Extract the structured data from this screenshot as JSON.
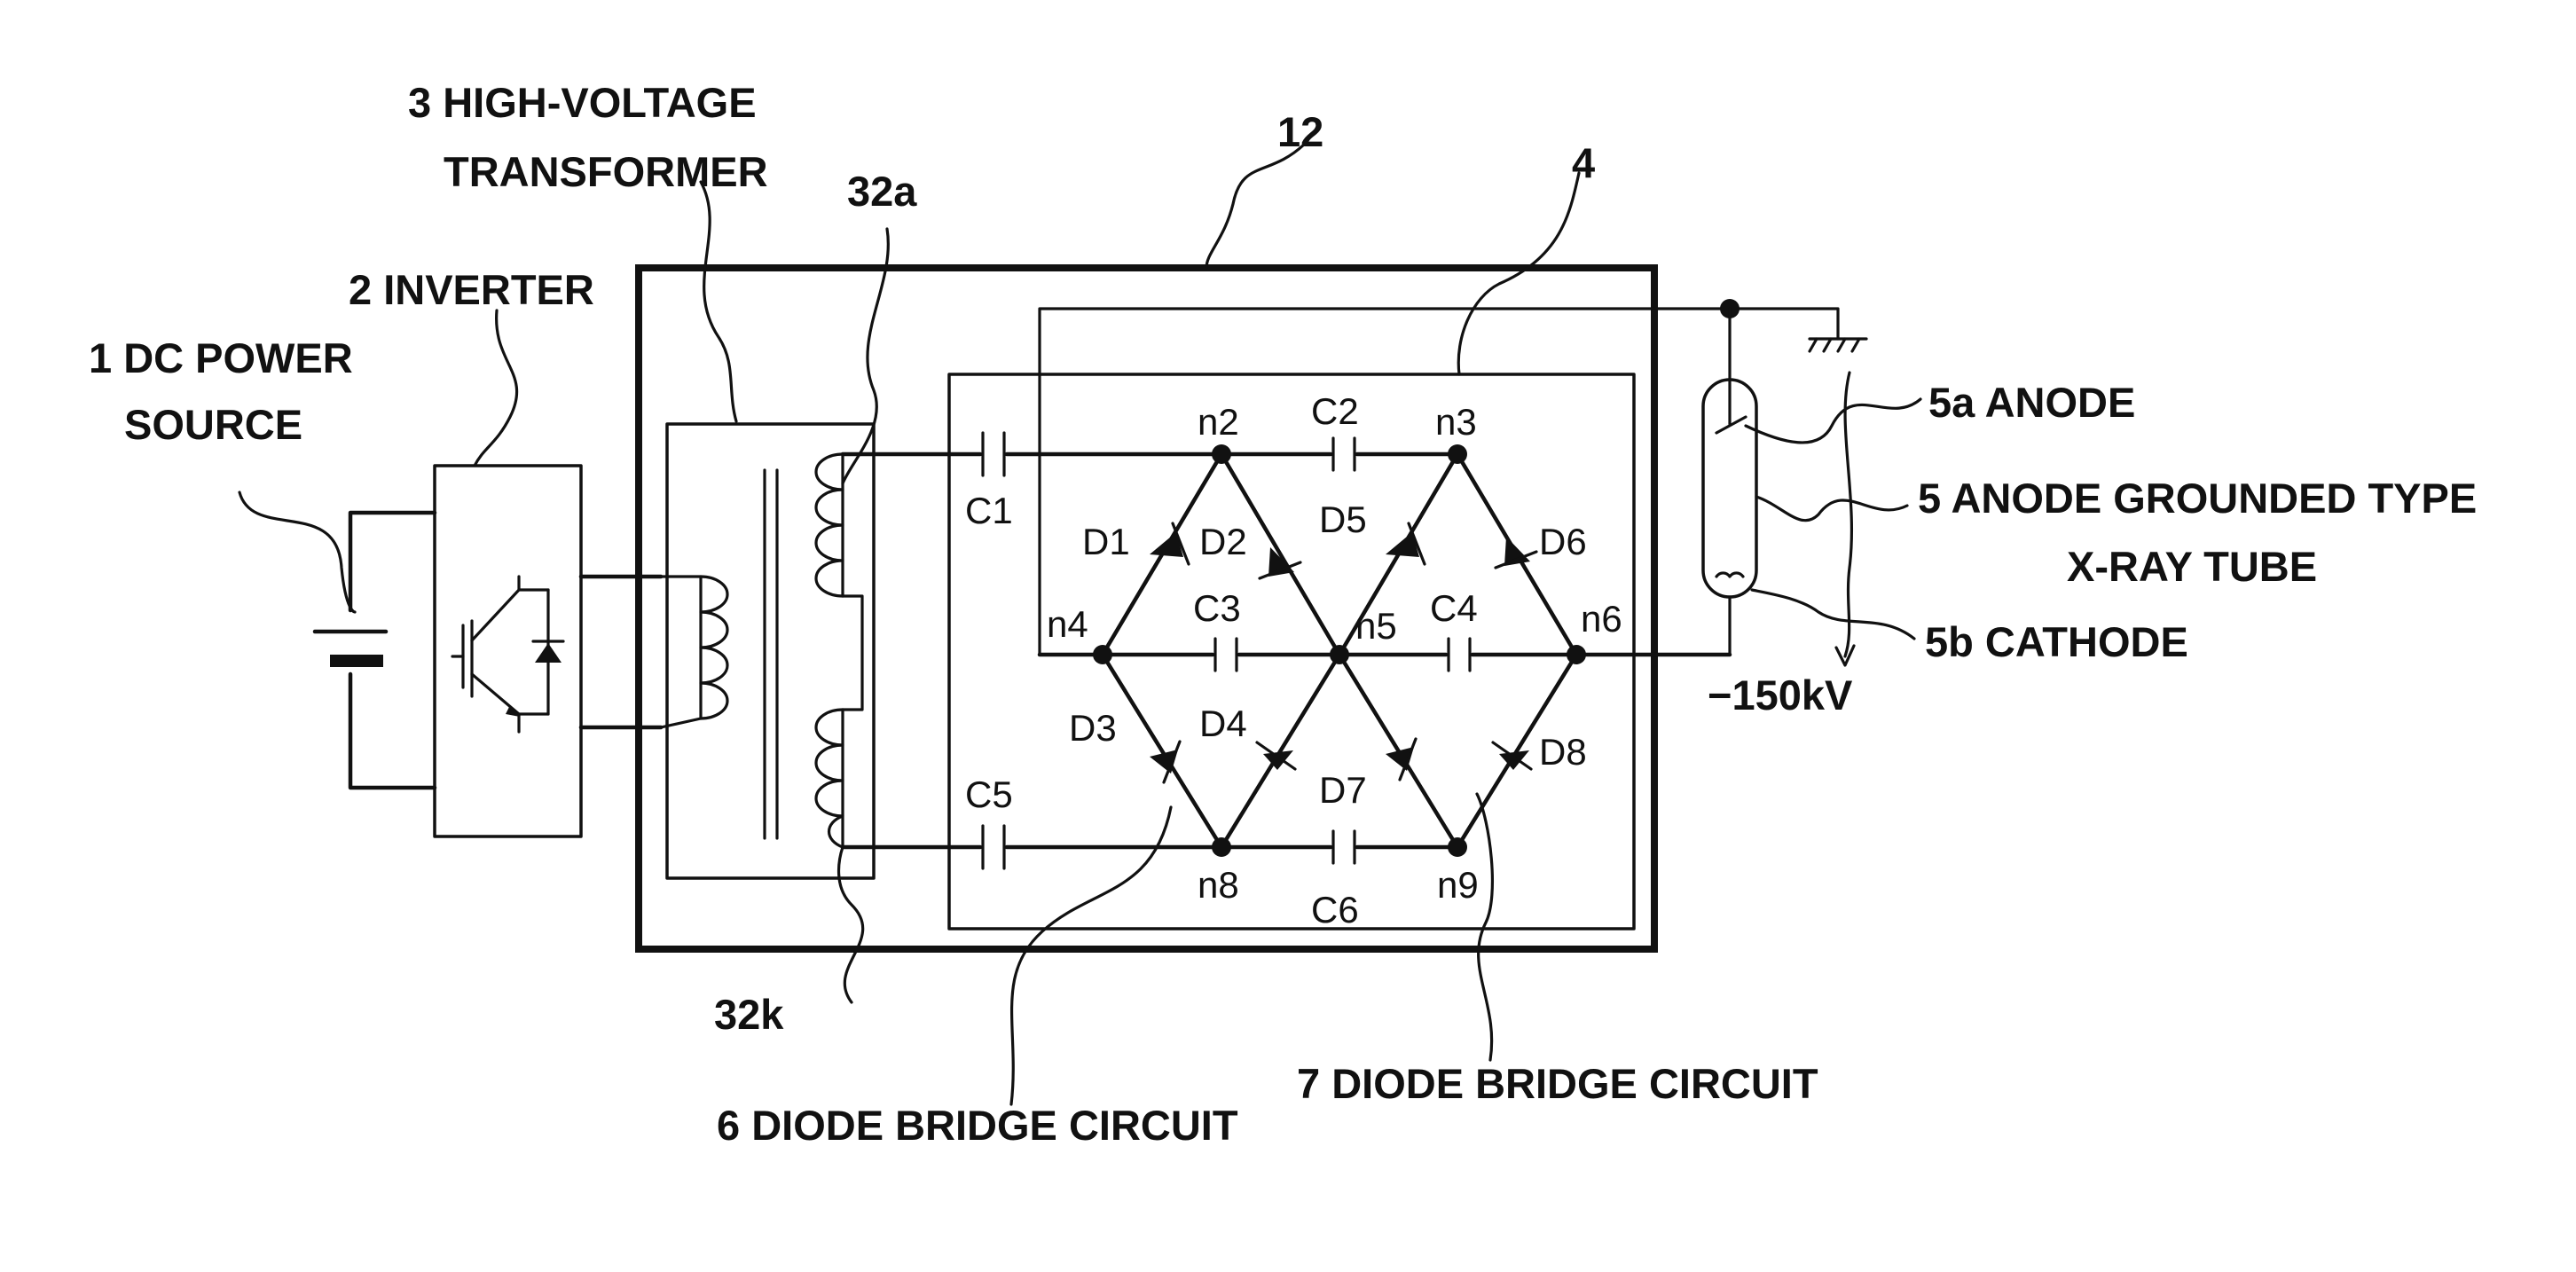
{
  "callouts": {
    "dc_power_source": [
      "1 DC POWER",
      "SOURCE"
    ],
    "inverter": "2 INVERTER",
    "transformer": [
      "3 HIGH-VOLTAGE",
      "TRANSFORMER"
    ],
    "secondary_a": "32a",
    "secondary_k": "32k",
    "enclosure": "12",
    "bridge_box": "4",
    "anode": "5a ANODE",
    "xray_tube": [
      "5 ANODE GROUNDED TYPE",
      "X-RAY TUBE"
    ],
    "cathode": "5b CATHODE",
    "voltage": "−150kV",
    "bridge_6": "6 DIODE BRIDGE CIRCUIT",
    "bridge_7": "7 DIODE BRIDGE CIRCUIT"
  },
  "nodes": {
    "n2": "n2",
    "n3": "n3",
    "n4": "n4",
    "n5": "n5",
    "n6": "n6",
    "n8": "n8",
    "n9": "n9"
  },
  "capacitors": {
    "c1": "C1",
    "c2": "C2",
    "c3": "C3",
    "c4": "C4",
    "c5": "C5",
    "c6": "C6"
  },
  "diodes": {
    "d1": "D1",
    "d2": "D2",
    "d3": "D3",
    "d4": "D4",
    "d5": "D5",
    "d6": "D6",
    "d7": "D7",
    "d8": "D8"
  }
}
